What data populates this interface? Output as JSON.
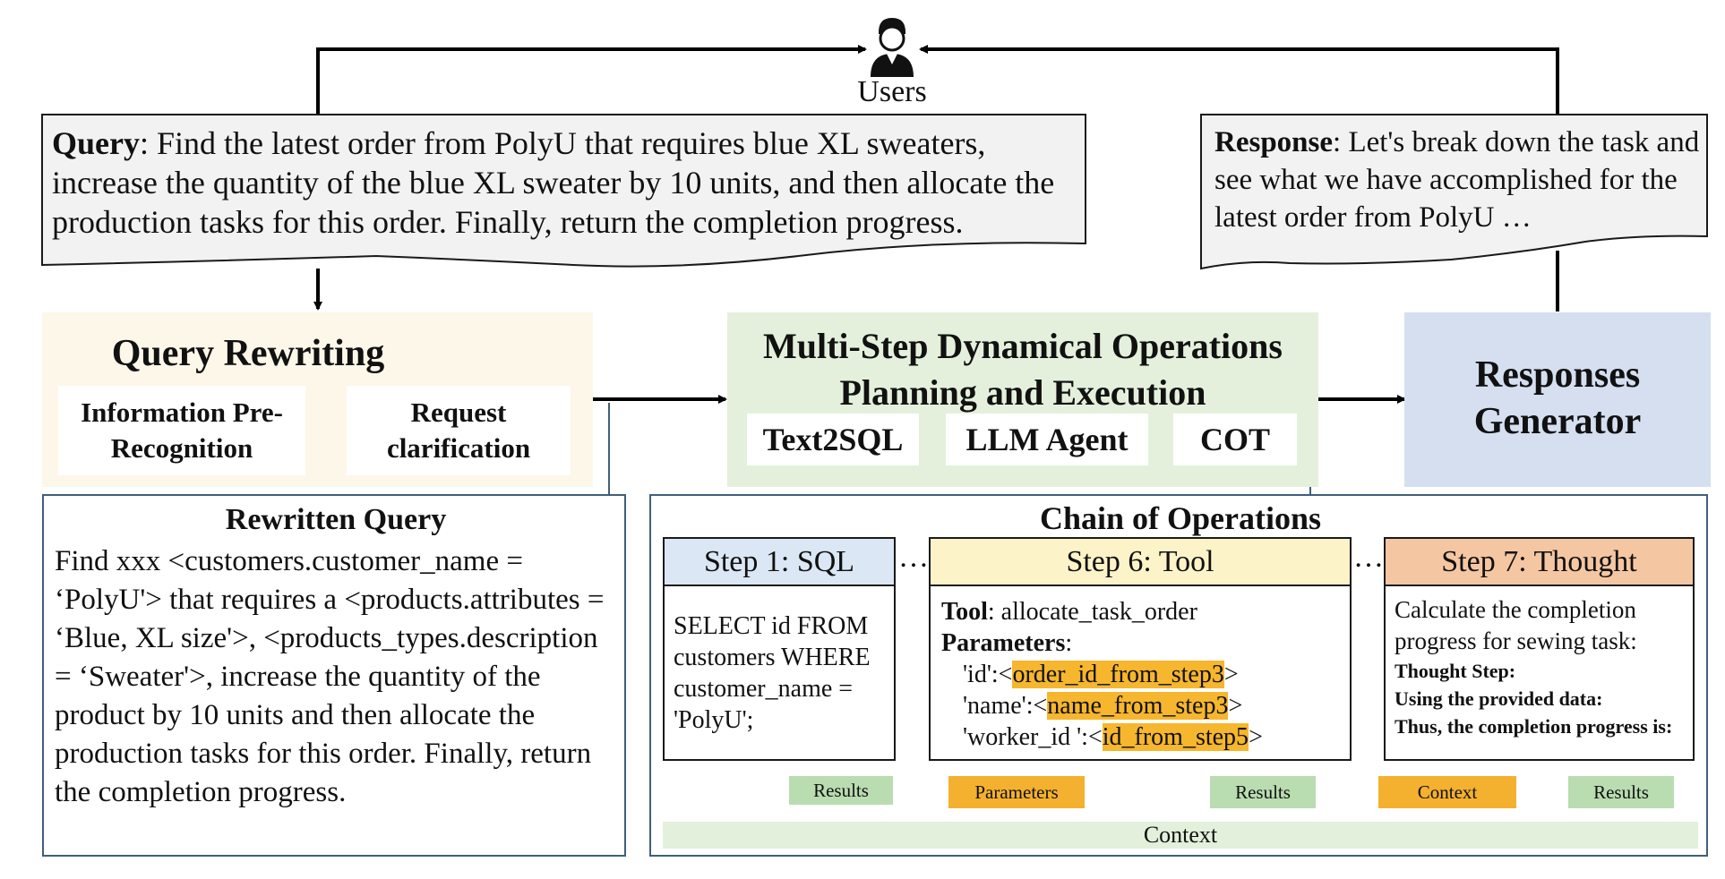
{
  "users": {
    "label": "Users",
    "icon": "user-icon"
  },
  "query": {
    "label": "Query",
    "text": ": Find the latest order from PolyU that requires blue XL sweaters, increase the quantity of the blue XL sweater by 10 units, and then allocate the production tasks for this order. Finally, return the completion progress."
  },
  "response": {
    "label": "Response",
    "text": ": Let's break down the task and see what we have accomplished for the latest order from PolyU …"
  },
  "query_rewriting": {
    "title": "Query Rewriting",
    "items": [
      "Information Pre-Recognition",
      "Request clarification"
    ]
  },
  "planning": {
    "title": "Multi-Step Dynamical Operations Planning and Execution",
    "items": [
      "Text2SQL",
      "LLM Agent",
      "COT"
    ]
  },
  "responses_generator": {
    "title": "Responses Generator"
  },
  "rewritten_query": {
    "title": "Rewritten Query",
    "text": "Find xxx <customers.customer_name = ‘PolyU'> that requires a <products.attributes = ‘Blue, XL size'>, <products_types.description = ‘Sweater'>, increase the quantity of the product by 10 units and then allocate the production tasks for this order. Finally, return the completion progress."
  },
  "chain": {
    "title": "Chain of Operations",
    "ellipsis": "…",
    "step1": {
      "header": "Step 1: SQL",
      "body": "SELECT id FROM customers WHERE customer_name = 'PolyU';"
    },
    "step6": {
      "header": "Step 6: Tool",
      "tool_label": "Tool",
      "tool_value": ": allocate_task_order",
      "params_label": "Parameters",
      "params_colon": ":",
      "params": [
        {
          "key": "'id':<",
          "value": "order_id_from_step3",
          "close": ">"
        },
        {
          "key": "'name':<",
          "value": "name_from_step3",
          "close": ">"
        },
        {
          "key": "'worker_id ':<",
          "value": "id_from_step5",
          "close": ">"
        }
      ]
    },
    "step7": {
      "header": "Step 7: Thought",
      "body": "Calculate the completion progress for sewing task:",
      "bold_lines": [
        "Thought Step:",
        "Using the provided data:",
        "Thus, the completion progress is:"
      ]
    },
    "tags": {
      "results1": "Results",
      "parameters": "Parameters",
      "results2": "Results",
      "context_tag": "Context",
      "results3": "Results"
    },
    "context_bar": "Context"
  },
  "colors": {
    "query_rewriting_bg": "#fdf7e9",
    "planning_bg": "#e4f0dc",
    "responses_bg": "#d5dff0",
    "step1_header": "#dbe7f4",
    "step6_header": "#fdf3c8",
    "step7_header": "#f5c6a2",
    "highlight": "#f6b62d",
    "green_tag": "#b9dcb0",
    "orange_tag": "#f4b02f",
    "context_bar": "#e3f0dc",
    "green_arrow": "#73b560",
    "orange_arrow": "#ec7f32"
  }
}
